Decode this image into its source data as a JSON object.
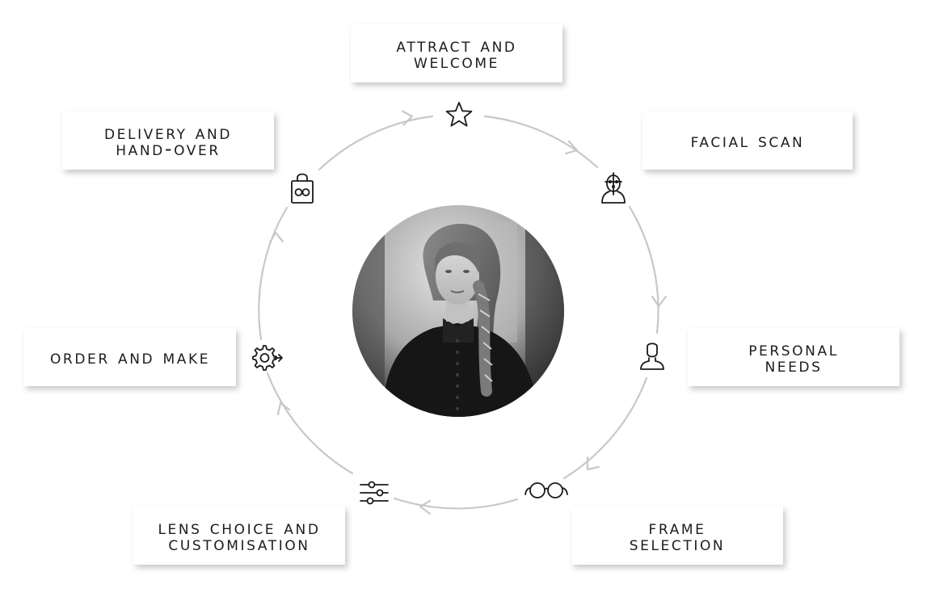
{
  "steps": [
    {
      "id": "attract",
      "label": "Attract and\nwelcome",
      "icon": "star-icon"
    },
    {
      "id": "scan",
      "label": "Facial scan",
      "icon": "face-scan-icon"
    },
    {
      "id": "needs",
      "label": "Personal\nneeds",
      "icon": "person-icon"
    },
    {
      "id": "frame",
      "label": "Frame\nselection",
      "icon": "glasses-icon"
    },
    {
      "id": "lens",
      "label": "Lens choice and\ncustomisation",
      "icon": "sliders-icon"
    },
    {
      "id": "order",
      "label": "Order and make",
      "icon": "gear-arrow-icon"
    },
    {
      "id": "delivery",
      "label": "Delivery and\nhand-over",
      "icon": "shopping-bag-glasses-icon"
    }
  ],
  "colors": {
    "ring": "#c8c8c8",
    "text": "#1c1c1c",
    "icon": "#1a1a1a"
  },
  "center_image": "portrait-photo"
}
